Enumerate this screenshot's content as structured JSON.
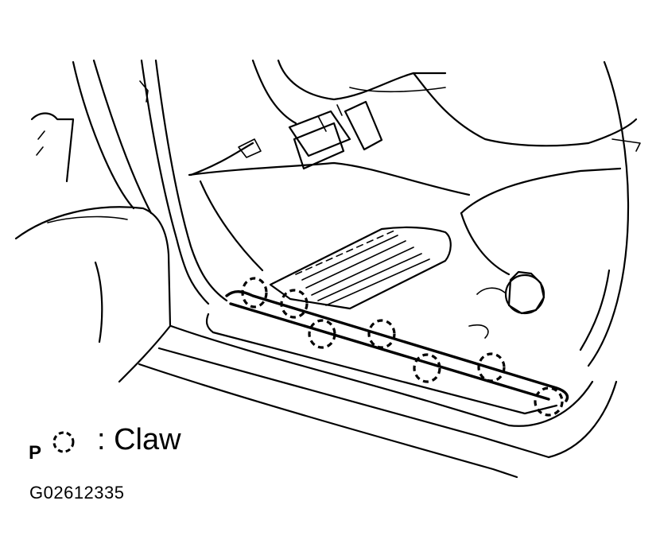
{
  "legend": {
    "marker": "P",
    "symbol_icon": "dashed-circle-icon",
    "label": ": Claw"
  },
  "figure_code": "G02612335",
  "colors": {
    "line": "#000000",
    "background": "#ffffff"
  }
}
